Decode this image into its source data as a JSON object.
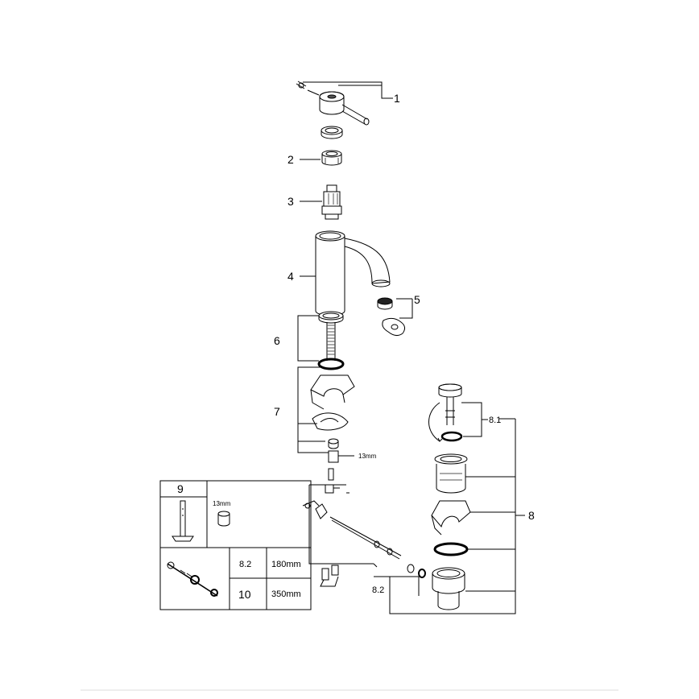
{
  "callouts": {
    "c1": "1",
    "c2": "2",
    "c3": "3",
    "c4": "4",
    "c5": "5",
    "c6": "6",
    "c7": "7",
    "c8": "8",
    "c81": "8.1",
    "c82": "8.2",
    "wrench": "13mm"
  },
  "inset": {
    "tool_number": "9",
    "tool_size": "13mm",
    "table": [
      {
        "part": "8.2",
        "length": "180mm"
      },
      {
        "part": "10",
        "length": "350mm"
      }
    ]
  }
}
